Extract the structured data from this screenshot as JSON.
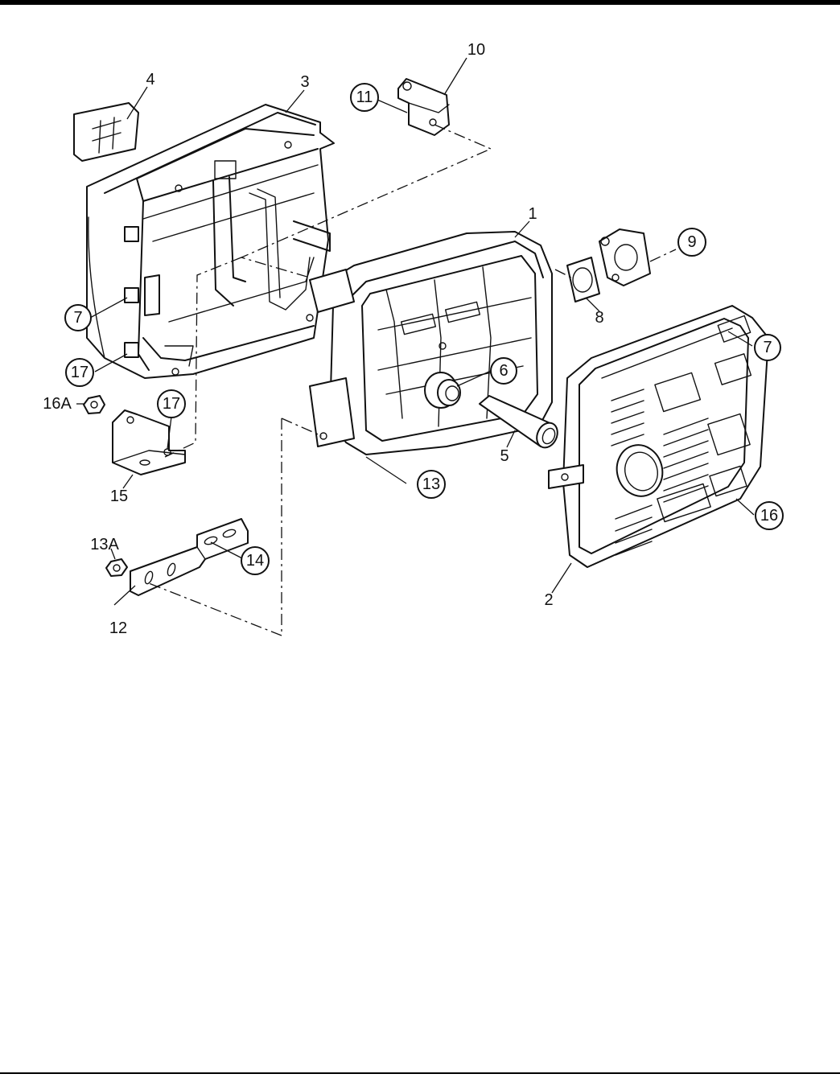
{
  "diagram": {
    "callouts": [
      {
        "id": "c1",
        "text": "1",
        "circled": false
      },
      {
        "id": "c2",
        "text": "2",
        "circled": false
      },
      {
        "id": "c3",
        "text": "3",
        "circled": false
      },
      {
        "id": "c4",
        "text": "4",
        "circled": false
      },
      {
        "id": "c5",
        "text": "5",
        "circled": false
      },
      {
        "id": "c6",
        "text": "6",
        "circled": true
      },
      {
        "id": "c7a",
        "text": "7",
        "circled": true
      },
      {
        "id": "c7b",
        "text": "7",
        "circled": true
      },
      {
        "id": "c8",
        "text": "8",
        "circled": false
      },
      {
        "id": "c9",
        "text": "9",
        "circled": true
      },
      {
        "id": "c10",
        "text": "10",
        "circled": false
      },
      {
        "id": "c11",
        "text": "11",
        "circled": true
      },
      {
        "id": "c12",
        "text": "12",
        "circled": false
      },
      {
        "id": "c13",
        "text": "13",
        "circled": true
      },
      {
        "id": "c13a",
        "text": "13A",
        "circled": false
      },
      {
        "id": "c14",
        "text": "14",
        "circled": true
      },
      {
        "id": "c15",
        "text": "15",
        "circled": false
      },
      {
        "id": "c16",
        "text": "16",
        "circled": true
      },
      {
        "id": "c16a",
        "text": "16A",
        "circled": false
      },
      {
        "id": "c17a",
        "text": "17",
        "circled": true
      },
      {
        "id": "c17b",
        "text": "17",
        "circled": true
      }
    ]
  }
}
